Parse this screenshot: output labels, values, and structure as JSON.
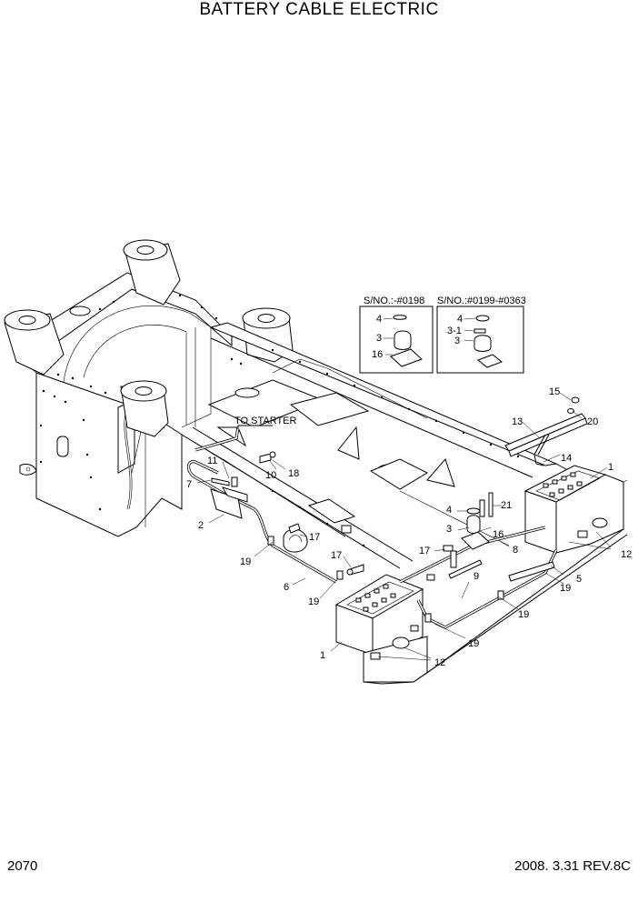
{
  "title": "BATTERY CABLE ELECTRIC",
  "page_number": "2070",
  "revision": "2008. 3.31  REV.8C",
  "inset_left_label": "S/NO.:-#0198",
  "inset_right_label": "S/NO.:#0199-#0363",
  "to_starter_label": "TO STARTER",
  "callouts": {
    "c1a": "1",
    "c1b": "1",
    "c2": "2",
    "c3a": "3",
    "c3b": "3",
    "c3c": "3",
    "c31": "3-1",
    "c4a": "4",
    "c4b": "4",
    "c4c": "4",
    "c5": "5",
    "c6": "6",
    "c7": "7",
    "c8": "8",
    "c9": "9",
    "c10": "10",
    "c11": "11",
    "c12a": "12",
    "c12b": "12",
    "c13": "13",
    "c14": "14",
    "c15": "15",
    "c16a": "16",
    "c16b": "16",
    "c17a": "17",
    "c17b": "17",
    "c17c": "17",
    "c18": "18",
    "c19a": "19",
    "c19b": "19",
    "c19c": "19",
    "c19d": "19",
    "c19e": "19",
    "c20": "20",
    "c21": "21"
  }
}
